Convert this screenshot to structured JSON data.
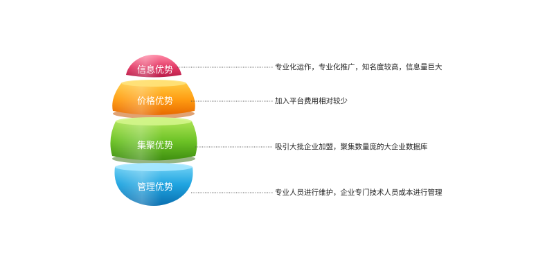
{
  "diagram": {
    "segments": [
      {
        "id": "info",
        "label": "信息优势",
        "description": "专业化运作，专业化推广，知名度较高，信息量巨大",
        "colors": {
          "light": "#ff8aa6",
          "mid": "#e33a66",
          "dark": "#b81e4a"
        }
      },
      {
        "id": "price",
        "label": "价格优势",
        "description": "加入平台费用相对较少",
        "colors": {
          "light": "#ffd24a",
          "mid": "#ff9d12",
          "dark": "#e86a00"
        }
      },
      {
        "id": "cluster",
        "label": "集聚优势",
        "description": "吸引大批企业加盟，聚集数量庞的大企业数据库",
        "colors": {
          "light": "#b4e85a",
          "mid": "#6cc226",
          "dark": "#3f8f10"
        }
      },
      {
        "id": "management",
        "label": "管理优势",
        "description": "专业人员进行维护，企业专门技术人员成本进行管理",
        "colors": {
          "light": "#7ad7f8",
          "mid": "#1fa4e0",
          "dark": "#0a6fb0"
        }
      }
    ]
  }
}
